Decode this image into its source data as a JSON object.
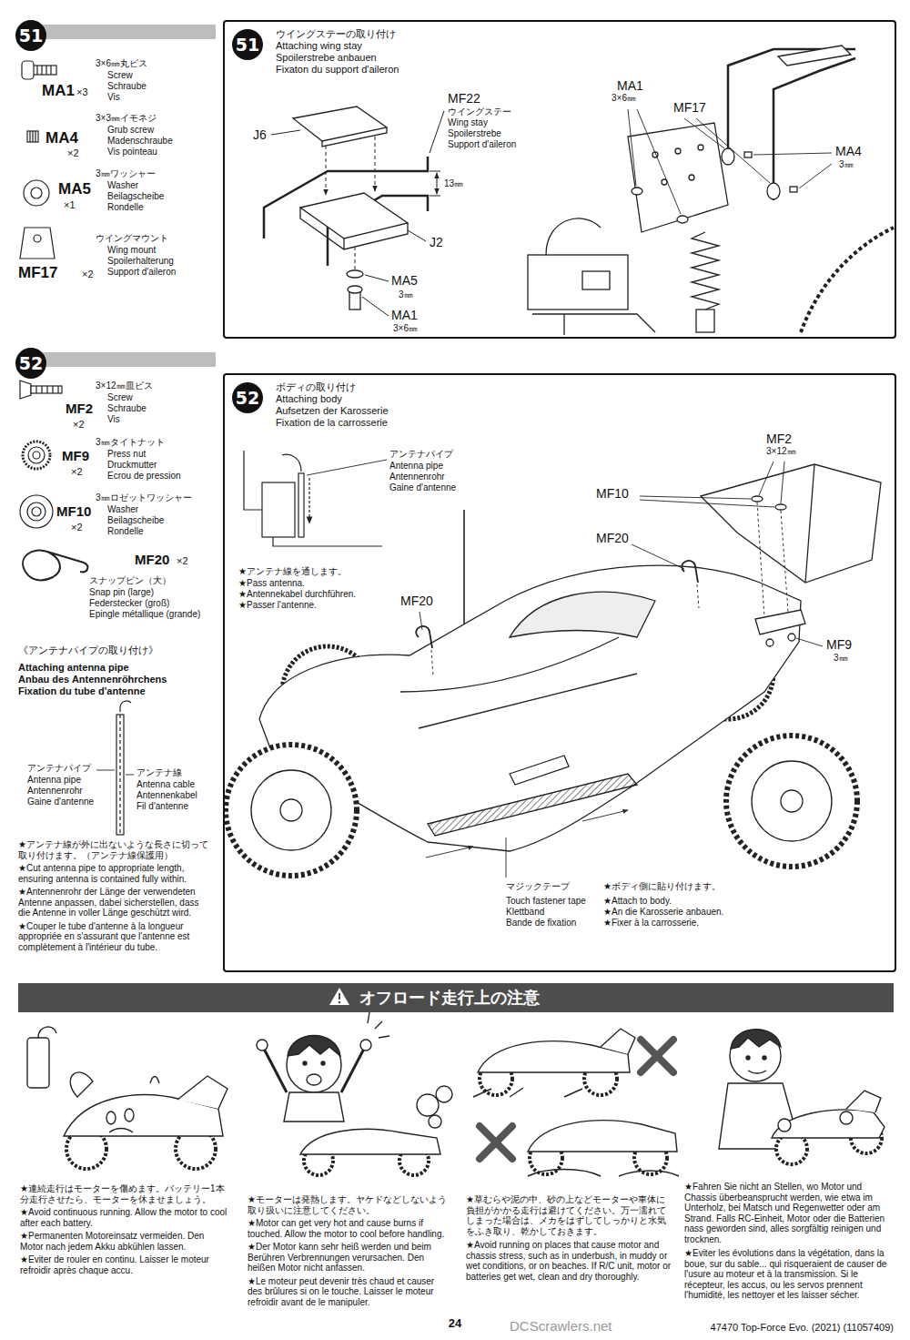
{
  "diagram": {
    "nodes": [
      {
        "text": [
          "51"
        ]
      },
      {
        "text": [
          "51",
          "ウイングステーの取り付け",
          "Attaching wing stay",
          "Spoilerstrebe anbauen",
          "Fixaton du support d'aileron"
        ]
      },
      {
        "text": [
          "52"
        ]
      },
      {
        "text": [
          "52",
          "ボディの取り付け",
          "Attaching body",
          "Aufsetzen der Karosserie",
          "Fixation de la carrosserie"
        ]
      },
      {
        "text": [
          "オフロード走行上の注意"
        ]
      }
    ],
    "labels": [
      "3×6㎜丸ビス",
      "Screw",
      "Schraube",
      "Vis",
      "MA1",
      "×3",
      "3×3㎜イモネジ",
      "Grub screw",
      "Madenschraube",
      "Vis pointeau",
      "MA4",
      "×2",
      "3㎜ワッシャー",
      "Washer",
      "Beilagscheibe",
      "Rondelle",
      "MA5",
      "×1",
      "ウイングマウント",
      "Wing mount",
      "Spoilerhalterung",
      "Support d'aileron",
      "MF17",
      "×2",
      "MF22",
      "ウイングステー",
      "Wing stay",
      "Spoilerstrebe",
      "Support d'aileron",
      "J6",
      "13㎜",
      "J2",
      "MA5",
      "3㎜",
      "MA1",
      "3×6㎜",
      "MA1",
      "3×6㎜",
      "MF17",
      "MA4",
      "3㎜",
      "3×12㎜皿ビス",
      "Screw",
      "Schraube",
      "Vis",
      "MF2",
      "×2",
      "3㎜タイトナット",
      "Press nut",
      "Druckmutter",
      "Ecrou de pression",
      "MF9",
      "×2",
      "3㎜ロゼットワッシャー",
      "Washer",
      "Beilagscheibe",
      "Rondelle",
      "MF10",
      "×2",
      "MF20",
      "×2",
      "スナップピン（大）",
      "Snap pin (large)",
      "Federstecker (groß)",
      "Epingle métallique (grande)",
      "《アンテナパイプの取り付け》",
      "Attaching antenna pipe",
      "Anbau des Antennenröhrchens",
      "Fixation du tube d'antenne",
      "アンテナパイプ",
      "Antenna pipe",
      "Antennenrohr",
      "Gaine d'antenne",
      "アンテナ線",
      "Antenna cable",
      "Antennenkabel",
      "Fil d'antenne",
      "★アンテナ線が外に出ないような長さに切って取り付けます。（アンテナ線保護用）",
      "★Cut antenna pipe to appropriate length, ensuring antenna is contained fully within.",
      "★Antennenrohr der Länge der verwendeten Antenne anpassen, dabei sicherstellen, dass die Antenne in voller Länge geschützt wird.",
      "★Couper le tube d'antenne à la longueur appropriée en s'assurant que l'antenne est complètement à l'intérieur du tube.",
      "アンテナパイプ",
      "Antenna pipe",
      "Antennenrohr",
      "Gaine d'antenne",
      "★アンテナ線を通します。",
      "★Pass antenna.",
      "★Antennekabel durchführen.",
      "★Passer l'antenne.",
      "MF20",
      "MF2",
      "3×12㎜",
      "MF10",
      "MF20",
      "MF9",
      "3㎜",
      "マジックテープ",
      "Touch fastener tape",
      "Klettband",
      "Bande de fixation",
      "★ボディ側に貼り付けます。",
      "★Attach to body.",
      "★An die Karosserie anbauen.",
      "★Fixer à la carrosserie.",
      "★連続走行はモーターを傷めます。バッテリー1本分走行させたら、モーターを休ませましょう。",
      "★Avoid continuous running. Allow the motor to cool after each battery.",
      "★Permanenten Motoreinsatz vermeiden. Den Motor nach jedem Akku abkühlen lassen.",
      "★Eviter de rouler en continu. Laisser le moteur refroidir après chaque accu.",
      "★モーターは発熱します。ヤケドなどしないよう取り扱いに注意してください。",
      "★Motor can get very hot and cause burns if touched. Allow the motor to cool before handling.",
      "★Der Motor kann sehr heiß werden und beim Berühren Verbrennungen verursachen. Den heißen Motor nicht anfassen.",
      "★Le moteur peut devenir très chaud et causer des brûlures si on le touche. Laisser le moteur refroidir avant de le manipuler.",
      "★草むらや泥の中、砂の上などモーターや車体に負担がかかる走行は避けてください。万一濡れてしまった場合は、メカをはずしてしっかりと水気をふき取り、乾かしておきます。",
      "★Avoid running on places that cause motor and chassis stress, such as in underbush, in muddy or wet conditions, or on beaches. If R/C unit, motor or batteries get wet, clean and dry thoroughly.",
      "★Fahren Sie nicht an Stellen, wo Motor und Chassis überbeansprucht werden, wie etwa im Unterholz, bei Matsch und Regenwetter oder am Strand. Falls RC-Einheit, Motor oder die Batterien nass geworden sind, alles sorgfältig reinigen und trocknen.",
      "★Eviter les évolutions dans la végétation, dans la boue, sur du sable... qui risqueraient de causer de l'usure au moteur et à la transmission. Si le récepteur, les accus, ou les servos prennent l'humidité, les nettoyer et les laisser sécher.",
      "24",
      "47470 Top-Force Evo. (2021) (11057409)",
      "DCScrawlers.net"
    ]
  }
}
